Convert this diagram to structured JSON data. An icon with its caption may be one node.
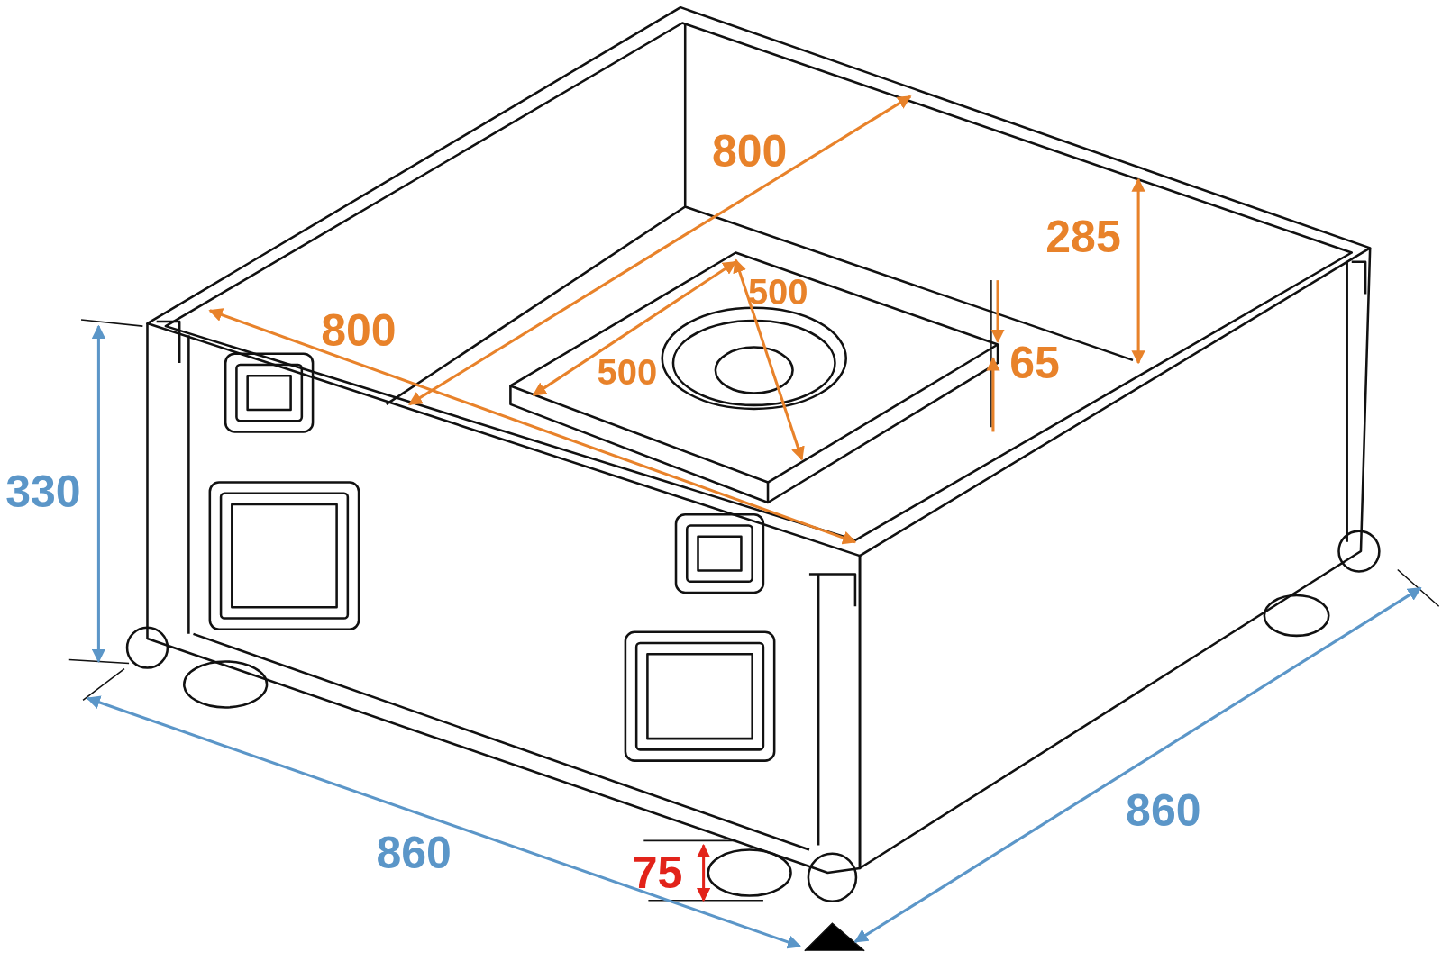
{
  "diagram": {
    "labels": [
      "800",
      "285",
      "800",
      "500",
      "65",
      "500",
      "330",
      "860",
      "860",
      "75"
    ]
  }
}
